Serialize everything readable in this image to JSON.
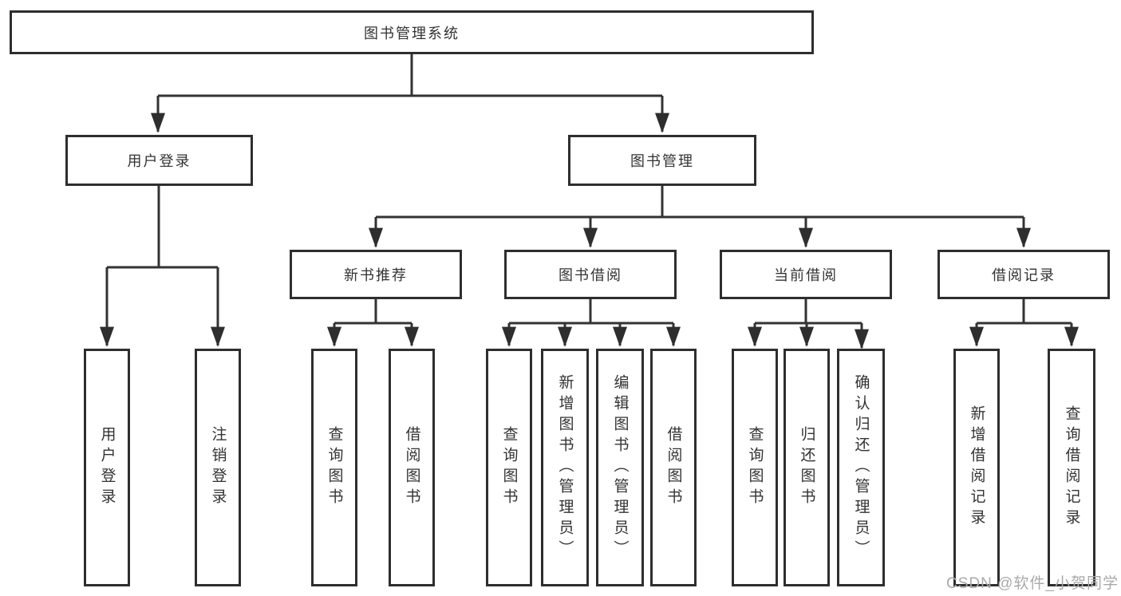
{
  "tree": {
    "label": "图书管理系统",
    "children": [
      {
        "label": "用户登录",
        "children": [
          {
            "label": "用户登录"
          },
          {
            "label": "注销登录"
          }
        ]
      },
      {
        "label": "图书管理",
        "children": [
          {
            "label": "新书推荐",
            "children": [
              {
                "label": "查询图书"
              },
              {
                "label": "借阅图书"
              }
            ]
          },
          {
            "label": "图书借阅",
            "children": [
              {
                "label": "查询图书"
              },
              {
                "label": "新增图书（管理员）"
              },
              {
                "label": "编辑图书（管理员）"
              },
              {
                "label": "借阅图书"
              }
            ]
          },
          {
            "label": "当前借阅",
            "children": [
              {
                "label": "查询图书"
              },
              {
                "label": "归还图书"
              },
              {
                "label": "确认归还（管理员）"
              }
            ]
          },
          {
            "label": "借阅记录",
            "children": [
              {
                "label": "新增借阅记录"
              },
              {
                "label": "查询借阅记录"
              }
            ]
          }
        ]
      }
    ]
  },
  "watermark": "CSDN @软件_小贺同学",
  "colors": {
    "line": "#333333",
    "box_border": "#2e2e2e",
    "box_background": "#ffffff",
    "text": "#333333",
    "page_background": "#ffffff",
    "watermark_text": "#a9a9a9"
  }
}
